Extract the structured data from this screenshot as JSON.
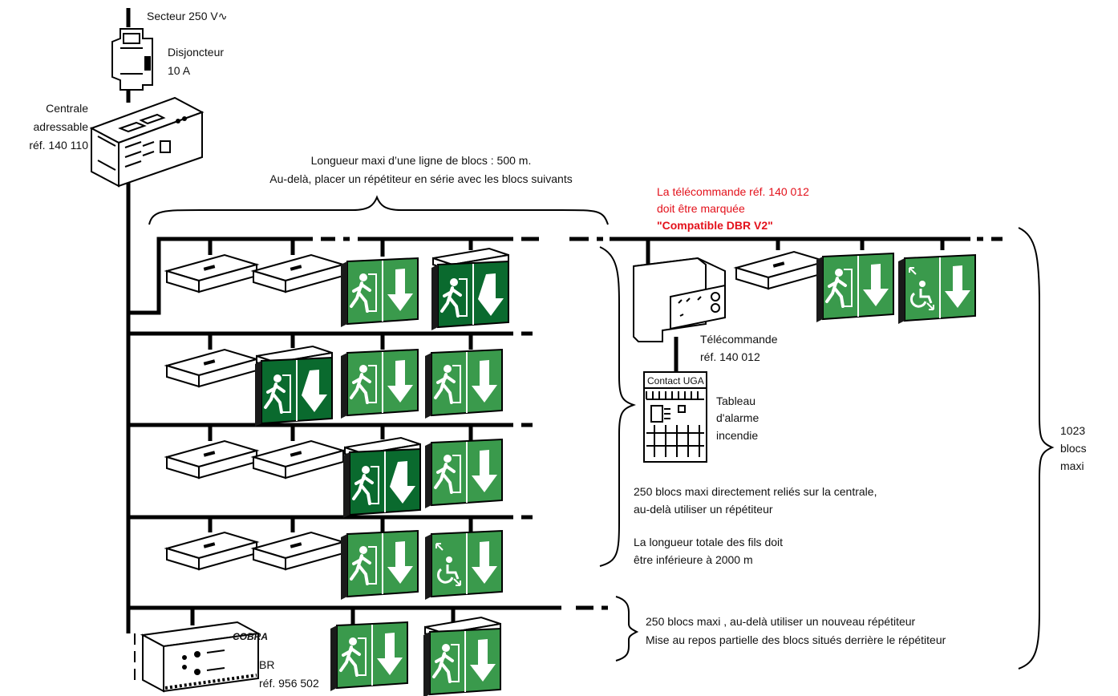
{
  "labels": {
    "mains": "Secteur 250 V∿",
    "breaker_l1": "Disjoncteur",
    "breaker_l2": "10 A",
    "central_l1": "Centrale",
    "central_l2": "adressable",
    "central_l3": "réf. 140 110",
    "line_length_l1": "Longueur maxi d’une ligne de blocs : 500 m.",
    "line_length_l2": "Au-delà, placer un répétiteur en série avec les blocs suivants",
    "remote_note_l1": "La télécommande réf. 140 012",
    "remote_note_l2": "doit être marquée",
    "remote_note_l3": "\"Compatible DBR V2\"",
    "remote_l1": "Télécommande",
    "remote_l2": "réf. 140 012",
    "contact": "Contact UGA",
    "alarm_l1": "Tableau",
    "alarm_l2": "d'alarme",
    "alarm_l3": "incendie",
    "direct_l1": "250 blocs maxi directement reliés sur la centrale,",
    "direct_l2": "au-delà utiliser un répétiteur",
    "total_l1": "La longueur totale des fils doit",
    "total_l2": "être inférieure à 2000 m",
    "max_l1": "1023",
    "max_l2": "blocs",
    "max_l3": "maxi",
    "repeater_note_l1": "250 blocs maxi , au-delà utiliser un  nouveau répétiteur",
    "repeater_note_l2": "Mise au repos partielle des blocs situés derrière le répétiteur",
    "br_l1": "BR",
    "br_l2": "réf. 956 502",
    "cobra": "COBRA"
  },
  "colors": {
    "exit_green": "#3a9a4c",
    "exit_green_dark": "#0a6a2e",
    "note_red": "#e3111b",
    "wire": "#000000"
  },
  "icons": [
    "circuit-breaker-icon",
    "central-unit-icon",
    "ceiling-light-icon",
    "exit-sign-icon",
    "accessible-exit-icon",
    "remote-control-icon",
    "fire-alarm-panel-icon",
    "repeater-icon"
  ]
}
